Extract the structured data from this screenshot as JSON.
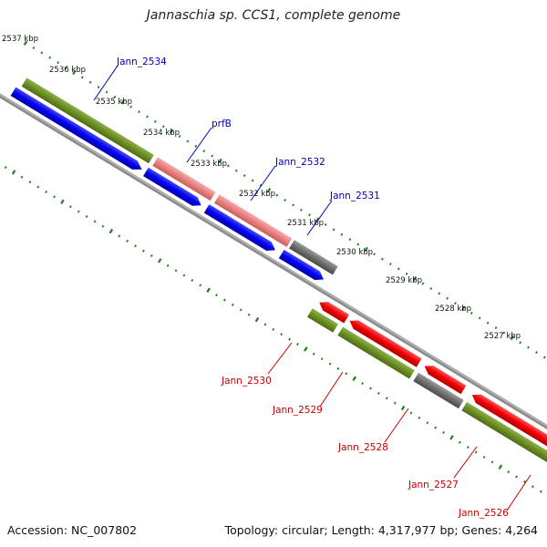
{
  "title": "Jannaschia sp. CCS1, complete genome",
  "footer": {
    "accession": "Accession: NC_007802",
    "topology": "Topology: circular; Length: 4,317,977 bp; Genes: 4,264"
  },
  "colors": {
    "backbone": "#8c8c8c",
    "tick": "#1e7d1e",
    "cds_blue": "#0000ee",
    "gene_olive": "#6b8e23",
    "rrna_pink": "#e87f7f",
    "misc_gray": "#6e6e6e",
    "cds_red": "#ee0000",
    "orange": "#ffa500",
    "label_fwd": "#0000b8",
    "label_rev": "#c40000"
  },
  "kbp_labels": [
    "2537 kbp",
    "2536 kbp",
    "2535 kbp",
    "2534 kbp",
    "2533 kbp",
    "2532 kbp",
    "2531 kbp",
    "2530 kbp",
    "2529 kbp",
    "2528 kbp",
    "2527 kbp"
  ],
  "gene_labels_forward": [
    "Jann_2534",
    "prfB",
    "Jann_2532",
    "Jann_2531"
  ],
  "gene_labels_reverse": [
    "Jann_2530",
    "Jann_2529",
    "Jann_2528",
    "Jann_2527",
    "Jann_2526"
  ]
}
